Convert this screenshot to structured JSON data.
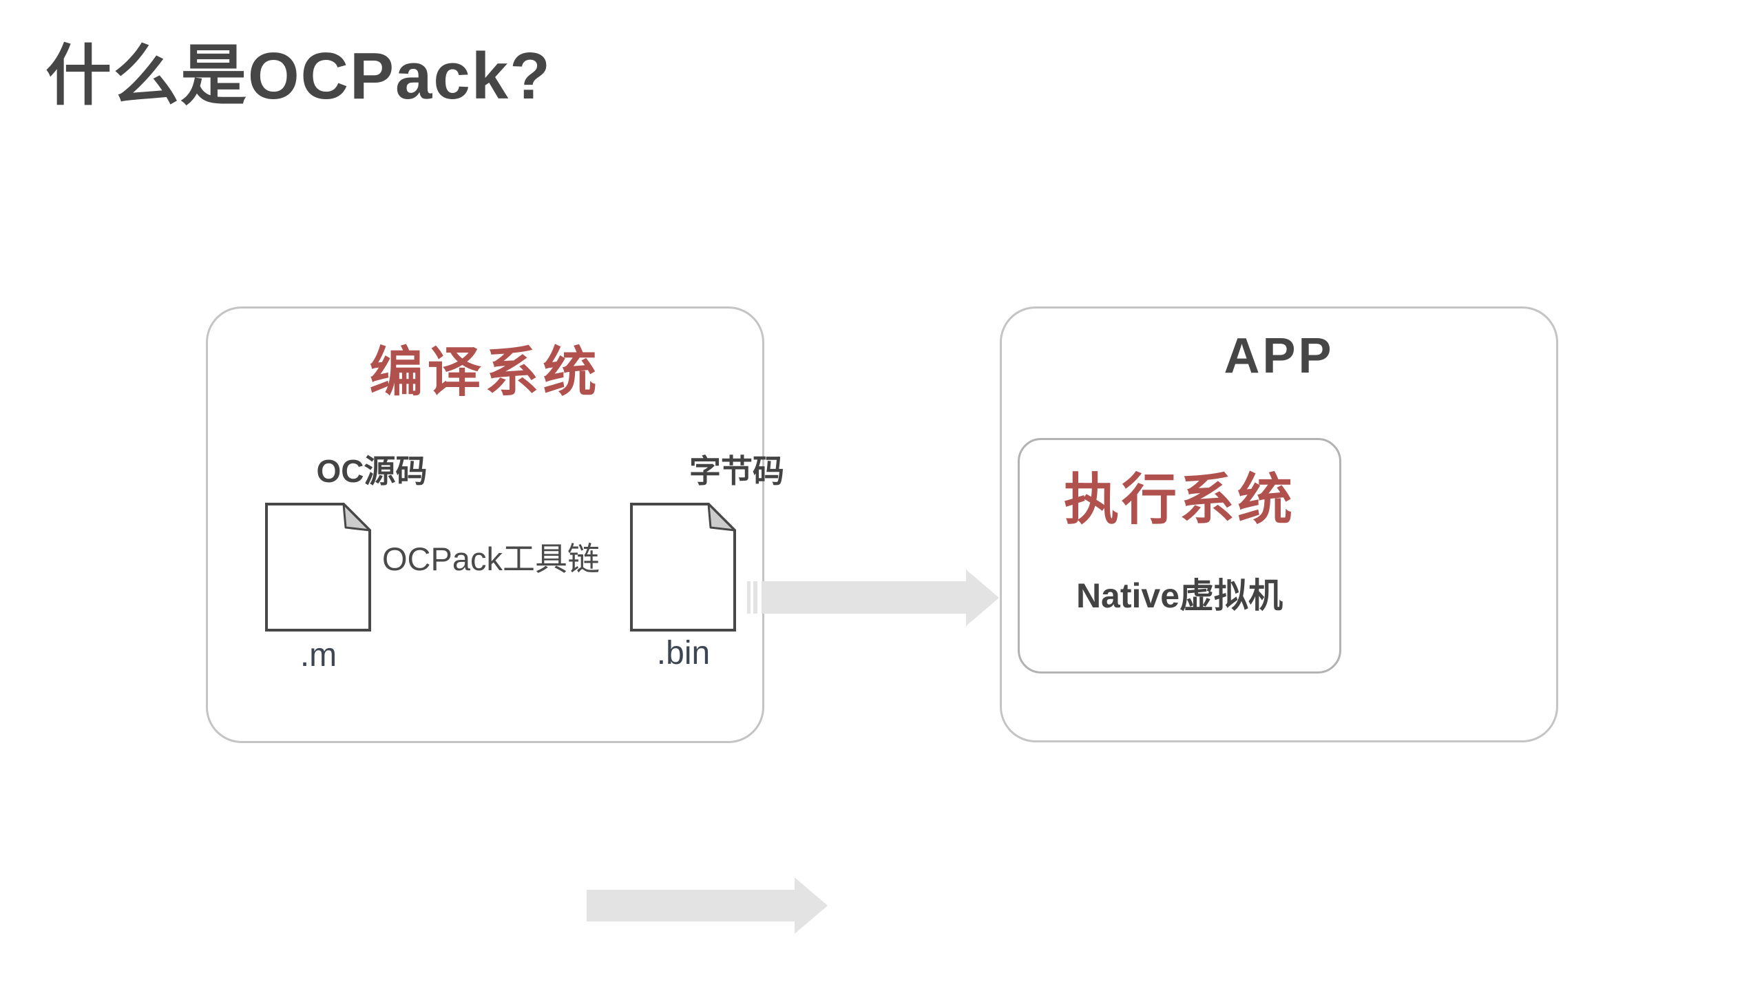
{
  "title": "什么是OCPack?",
  "colors": {
    "background": "#ffffff",
    "title-text": "#464646",
    "label-text": "#434343",
    "muted-text": "#4a4a4a",
    "ext-text": "#3e4651",
    "accent-red": "#b1514e",
    "box-border": "#c4c4c4",
    "inner-box-border": "#b2b2b2",
    "arrow-fill": "#e3e3e3",
    "doc-stroke": "#474747",
    "doc-fold": "#cccccc"
  },
  "compile_box": {
    "title": "编译系统",
    "source_label": "OC源码",
    "source_ext": ".m",
    "toolchain_label": "OCPack工具链",
    "bytecode_label": "字节码",
    "bytecode_ext": ".bin"
  },
  "app_box": {
    "title": "APP",
    "runtime_box": {
      "title": "执行系统",
      "vm_label": "Native虚拟机"
    }
  },
  "icons": {
    "source_file": "document-icon",
    "bytecode_file": "document-icon"
  },
  "arrows": {
    "toolchain": "right-arrow",
    "deploy": "striped-right-arrow"
  }
}
